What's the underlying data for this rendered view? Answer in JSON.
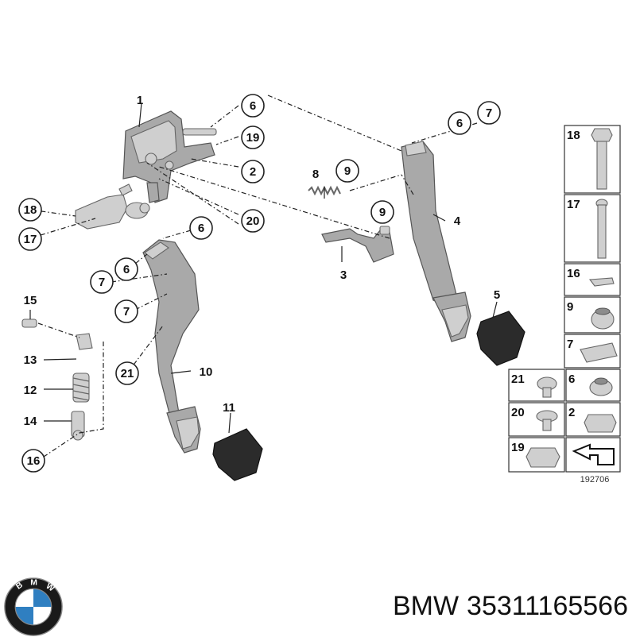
{
  "callouts": {
    "c1": "1",
    "c2": "2",
    "c3": "3",
    "c4": "4",
    "c5": "5",
    "c6a": "6",
    "c6b": "6",
    "c6c": "6",
    "c6d": "6",
    "c7a": "7",
    "c7b": "7",
    "c7c": "7",
    "c8": "8",
    "c9a": "9",
    "c9b": "9",
    "c10": "10",
    "c11": "11",
    "c12": "12",
    "c13": "13",
    "c14": "14",
    "c15": "15",
    "c16": "16",
    "c17": "17",
    "c18": "18",
    "c19": "19",
    "c20": "20",
    "c21": "21"
  },
  "legend": {
    "cells": [
      "18",
      "17",
      "16",
      "9",
      "7",
      "21",
      "6",
      "20",
      "2",
      "19"
    ]
  },
  "drawing_number": "192706",
  "footer": {
    "brand": "BMW",
    "part_number": "35311165566"
  },
  "logo": {
    "letters": [
      "B",
      "M",
      "W"
    ],
    "colors": {
      "ring": "#1a1a1a",
      "blue": "#2f7fc1",
      "white": "#ffffff"
    }
  }
}
